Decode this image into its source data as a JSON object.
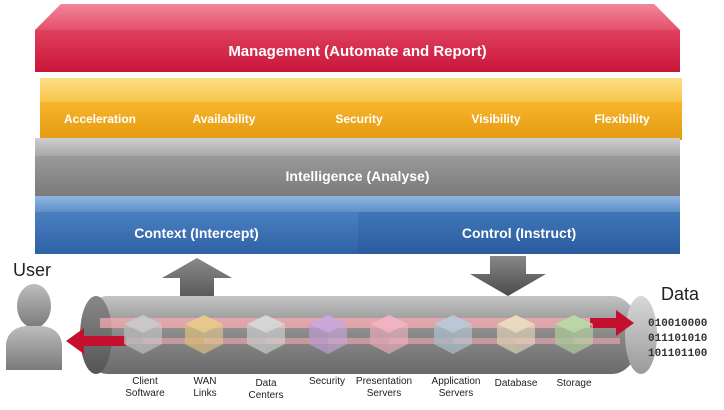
{
  "layers": {
    "management": "Management (Automate and Report)",
    "intelligence": "Intelligence (Analyse)",
    "context": "Context (Intercept)",
    "control": "Control (Instruct)"
  },
  "capabilities": [
    "Acceleration",
    "Availability",
    "Security",
    "Visibility",
    "Flexibility"
  ],
  "endpoints": {
    "user": "User",
    "data": "Data"
  },
  "binary": [
    "010010000",
    "011101010",
    "101101100"
  ],
  "pipeline": [
    {
      "label": "Client\nSoftware",
      "color": "#c9c9c9"
    },
    {
      "label": "WAN\nLinks",
      "color": "#e8c98a"
    },
    {
      "label": "Data\nCenters",
      "color": "#d7d7d7"
    },
    {
      "label": "Security",
      "color": "#c9a8dc"
    },
    {
      "label": "Presentation\nServers",
      "color": "#f1b3c3"
    },
    {
      "label": "Application\nServers",
      "color": "#b9c9d8"
    },
    {
      "label": "Database",
      "color": "#e9dcc0"
    },
    {
      "label": "Storage",
      "color": "#b9d8a6"
    }
  ],
  "colors": {
    "management": "#c8153a",
    "capability": "#f0a81e",
    "intelligence": "#8a8a8a",
    "context": "#2f62a6",
    "arrow": "#c4102e"
  }
}
